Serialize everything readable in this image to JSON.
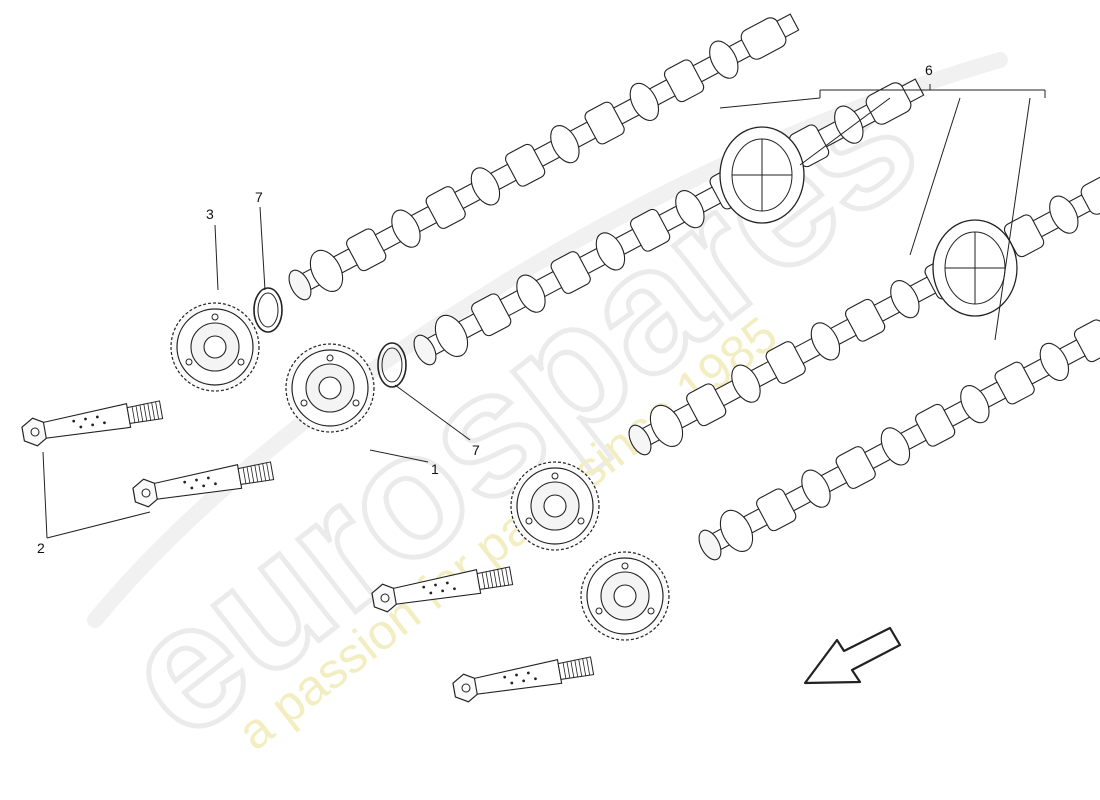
{
  "callouts": {
    "c1": "1",
    "c2": "2",
    "c3": "3",
    "c6": "6",
    "c7a": "7",
    "c7b": "7"
  },
  "watermark": {
    "brand": "eurospares",
    "tagline": "a passion for parts since 1985"
  },
  "icons": {
    "direction_arrow": "arrow-down-left-icon"
  }
}
